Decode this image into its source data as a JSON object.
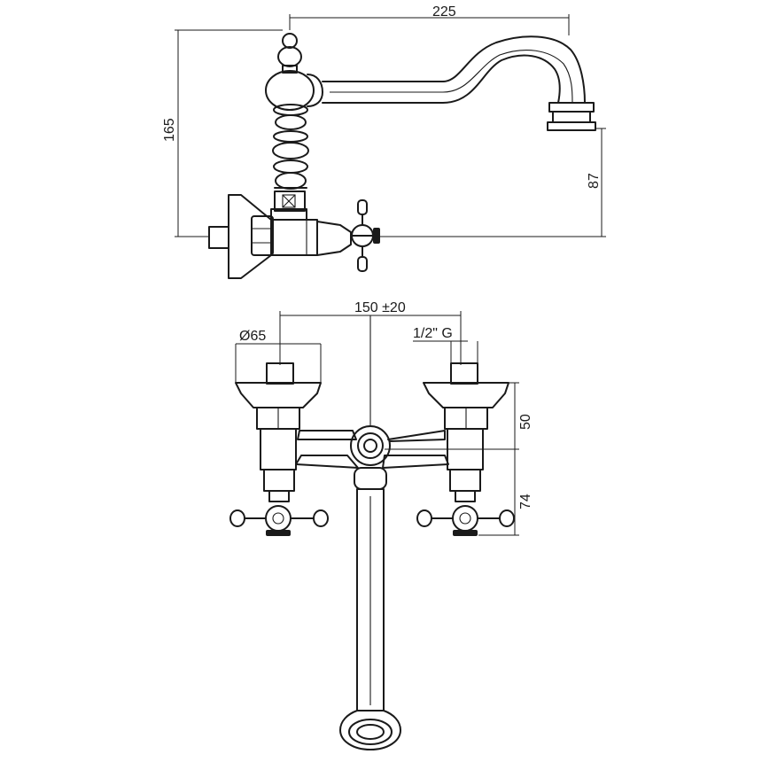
{
  "side_view": {
    "dim_width": "225",
    "dim_height": "165",
    "dim_spout_height": "87"
  },
  "front_view": {
    "dim_centers": "150 ±20",
    "dim_flange_diameter": "Ø65",
    "dim_thread": "1/2\" G",
    "dim_upper": "50",
    "dim_lower": "74"
  }
}
